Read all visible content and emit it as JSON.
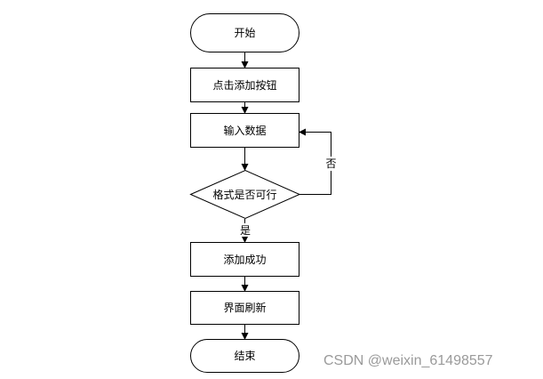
{
  "flowchart": {
    "nodes": [
      {
        "id": "start",
        "shape": "terminal",
        "label": "开始"
      },
      {
        "id": "click-add",
        "shape": "process",
        "label": "点击添加按钮"
      },
      {
        "id": "input-data",
        "shape": "process",
        "label": "输入数据"
      },
      {
        "id": "check-format",
        "shape": "decision",
        "label": "格式是否可行"
      },
      {
        "id": "add-success",
        "shape": "process",
        "label": "添加成功"
      },
      {
        "id": "refresh",
        "shape": "process",
        "label": "界面刷新"
      },
      {
        "id": "end",
        "shape": "terminal",
        "label": "结束"
      }
    ],
    "edges": {
      "no_label": "否",
      "yes_label": "是"
    }
  },
  "watermark": "CSDN @weixin_61498557",
  "colors": {
    "stroke": "#000000",
    "watermark": "#9a9a9a"
  }
}
